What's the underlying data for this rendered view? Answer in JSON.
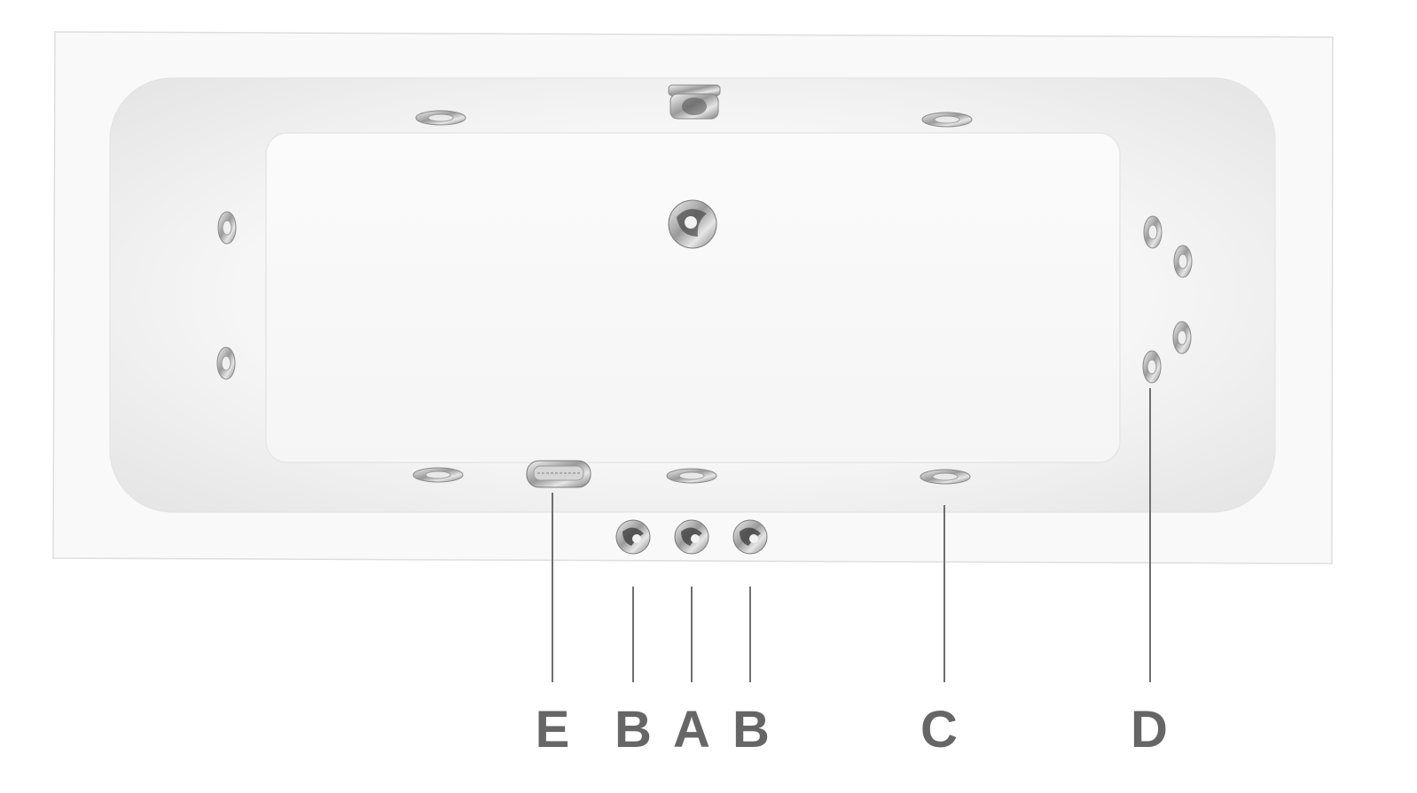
{
  "figure": {
    "subject": "whirlpool-bathtub-top-view",
    "labels": {
      "E": "E",
      "B_left": "B",
      "A": "A",
      "B_right": "B",
      "C": "C",
      "D": "D"
    },
    "colors": {
      "rim": "#f8f8f8",
      "rim_edge": "#dcdcdc",
      "basin": "#f1f1f1",
      "floor": "#ffffff",
      "chrome": "#b9b9b9",
      "leader": "#6e6e6e",
      "letter": "#666666"
    }
  }
}
